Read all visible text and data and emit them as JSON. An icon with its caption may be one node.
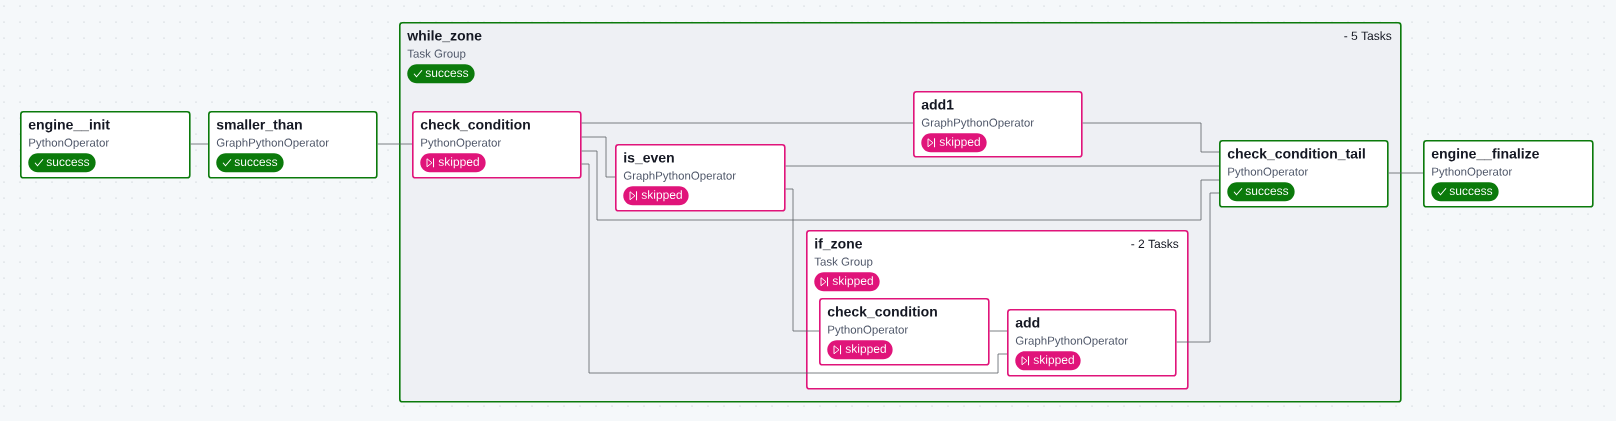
{
  "diagram": {
    "nodes": [
      {
        "text": [
          "engine__init",
          "PythonOperator",
          "success"
        ]
      },
      {
        "text": [
          "smaller_than",
          "GraphPythonOperator",
          "success"
        ]
      },
      {
        "text": [
          "while_zone",
          "Task Group",
          "success",
          "- 5 Tasks"
        ]
      },
      {
        "text": [
          "check_condition",
          "PythonOperator",
          "skipped"
        ],
        "in": 2
      },
      {
        "text": [
          "add1",
          "GraphPythonOperator",
          "skipped"
        ],
        "in": 2
      },
      {
        "text": [
          "is_even",
          "GraphPythonOperator",
          "skipped"
        ],
        "in": 2
      },
      {
        "text": [
          "check_condition_tail",
          "PythonOperator",
          "success"
        ],
        "in": 2
      },
      {
        "text": [
          "if_zone",
          "Task Group",
          "skipped",
          "- 2 Tasks"
        ],
        "in": 2
      },
      {
        "text": [
          "check_condition",
          "PythonOperator",
          "skipped"
        ],
        "in": 7
      },
      {
        "text": [
          "add",
          "GraphPythonOperator",
          "skipped"
        ],
        "in": 7
      },
      {
        "text": [
          "engine__finalize",
          "PythonOperator",
          "success"
        ]
      }
    ],
    "edges": [
      {
        "from": 0,
        "to": 1,
        "arrow": "none"
      },
      {
        "from": 1,
        "to": 3,
        "arrow": "none"
      },
      {
        "from": 3,
        "to": 4,
        "arrow": "none"
      },
      {
        "from": 3,
        "to": 5,
        "arrow": "none"
      },
      {
        "from": 3,
        "to": 6,
        "arrow": "none"
      },
      {
        "from": 3,
        "to": 9,
        "arrow": "none"
      },
      {
        "from": 5,
        "to": 6,
        "arrow": "none"
      },
      {
        "from": 5,
        "to": 8,
        "arrow": "none"
      },
      {
        "from": 4,
        "to": 6,
        "arrow": "none"
      },
      {
        "from": 8,
        "to": 9,
        "arrow": "none"
      },
      {
        "from": 9,
        "to": 6,
        "arrow": "none"
      },
      {
        "from": 6,
        "to": 10,
        "arrow": "none"
      }
    ]
  }
}
